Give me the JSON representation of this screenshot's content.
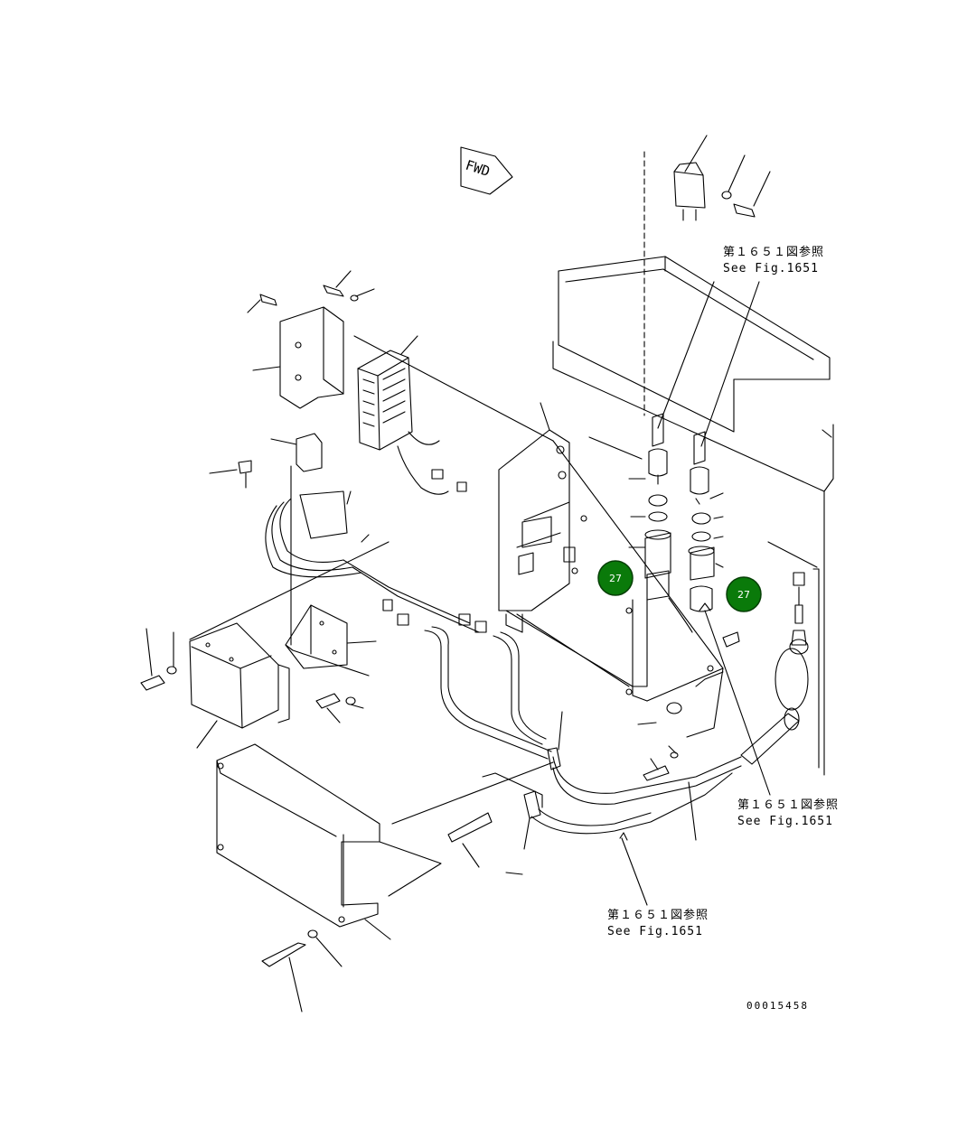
{
  "diagram": {
    "direction_label": "FWD",
    "references": [
      {
        "jp": "第１６５１図参照",
        "en": "See Fig.1651"
      },
      {
        "jp": "第１６５１図参照",
        "en": "See Fig.1651"
      },
      {
        "jp": "第１６５１図参照",
        "en": "See Fig.1651"
      }
    ],
    "callouts": [
      {
        "label": "27",
        "color": "#0a7a0a"
      },
      {
        "label": "27",
        "color": "#0a7a0a"
      }
    ],
    "drawing_code": "00015458"
  }
}
